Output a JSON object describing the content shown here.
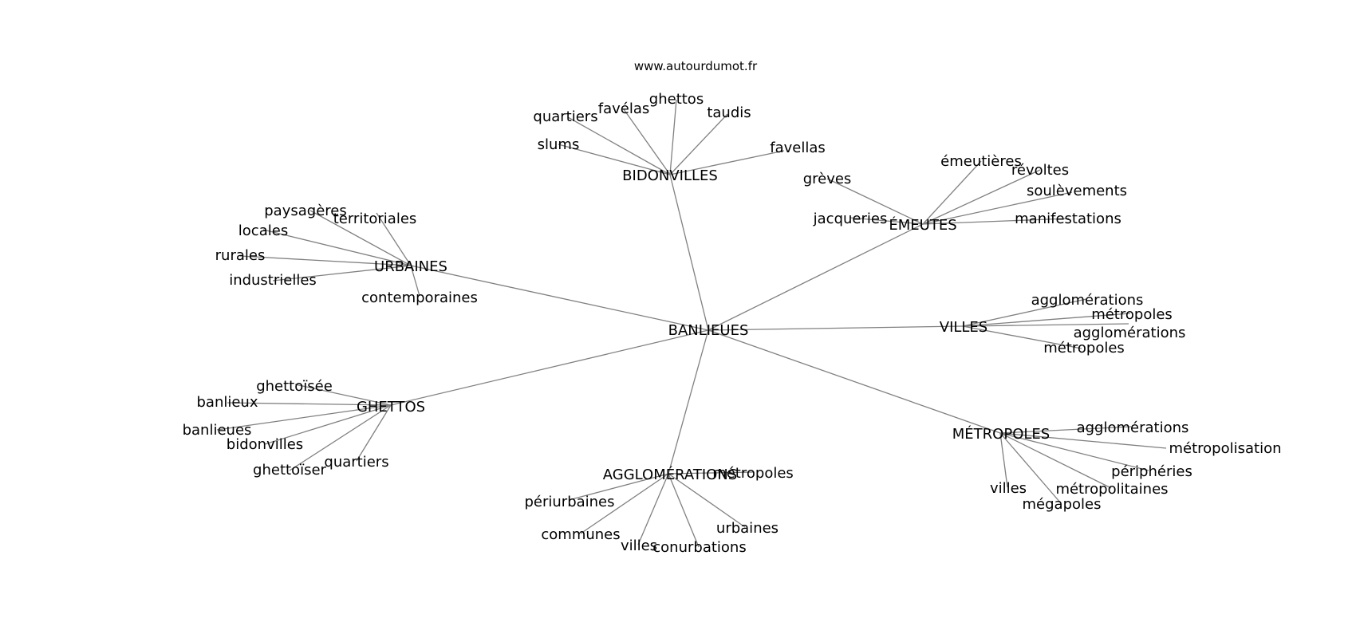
{
  "source": "www.autourdumot.fr",
  "center": "BANLIEUES",
  "hubs": [
    {
      "label": "BIDONVILLES",
      "leaves": [
        "slums",
        "quartiers",
        "favélas",
        "ghettos",
        "taudis",
        "favellas"
      ]
    },
    {
      "label": "ÉMEUTES",
      "leaves": [
        "grèves",
        "jacqueries",
        "émeutières",
        "révoltes",
        "soulèvements",
        "manifestations"
      ]
    },
    {
      "label": "URBAINES",
      "leaves": [
        "paysagères",
        "territoriales",
        "locales",
        "rurales",
        "industrielles",
        "contemporaines"
      ]
    },
    {
      "label": "VILLES",
      "leaves": [
        "agglomérations",
        "métropoles",
        "agglomérations",
        "métropoles"
      ]
    },
    {
      "label": "GHETTOS",
      "leaves": [
        "ghettoïsée",
        "banlieux",
        "banlieues",
        "bidonvilles",
        "ghettoïser",
        "quartiers"
      ]
    },
    {
      "label": "AGGLOMÉRATIONS",
      "leaves": [
        "métropoles",
        "périurbaines",
        "communes",
        "villes",
        "conurbations",
        "urbaines"
      ]
    },
    {
      "label": "MÉTROPOLES",
      "leaves": [
        "agglomérations",
        "métropolisation",
        "périphéries",
        "métropolitaines",
        "mégapoles",
        "villes"
      ]
    }
  ]
}
